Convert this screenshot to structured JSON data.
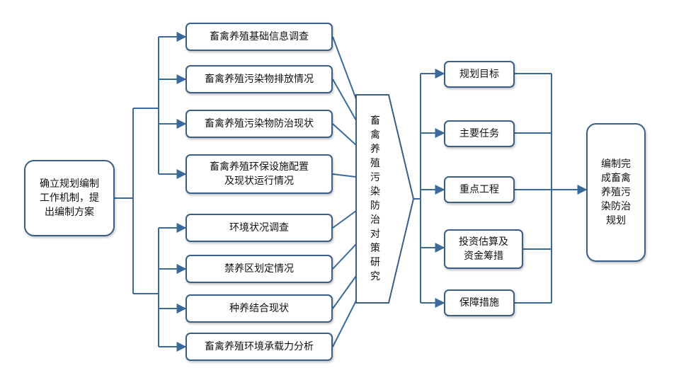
{
  "left_box": "确立规划编制\n工作机制，提\n出编制方案",
  "survey_items": [
    "畜禽养殖基础信息调查",
    "畜禽养殖污染物排放情况",
    "畜禽养殖污染物防治现状",
    "畜禽养殖环保设施配置\n及现状运行情况",
    "环境状况调查",
    "禁养区划定情况",
    "种养结合现状",
    "畜禽养殖环境承载力分析"
  ],
  "center_box": "畜禽养殖污染防治对策研究",
  "plan_items": [
    "规划目标",
    "主要任务",
    "重点工程",
    "投资估算及\n资金筹措",
    "保障措施"
  ],
  "right_box": "编制完\n成畜禽\n养殖污\n染防治\n规划",
  "colors": {
    "line": "#3a6a9a",
    "border": "#3a5f86"
  }
}
